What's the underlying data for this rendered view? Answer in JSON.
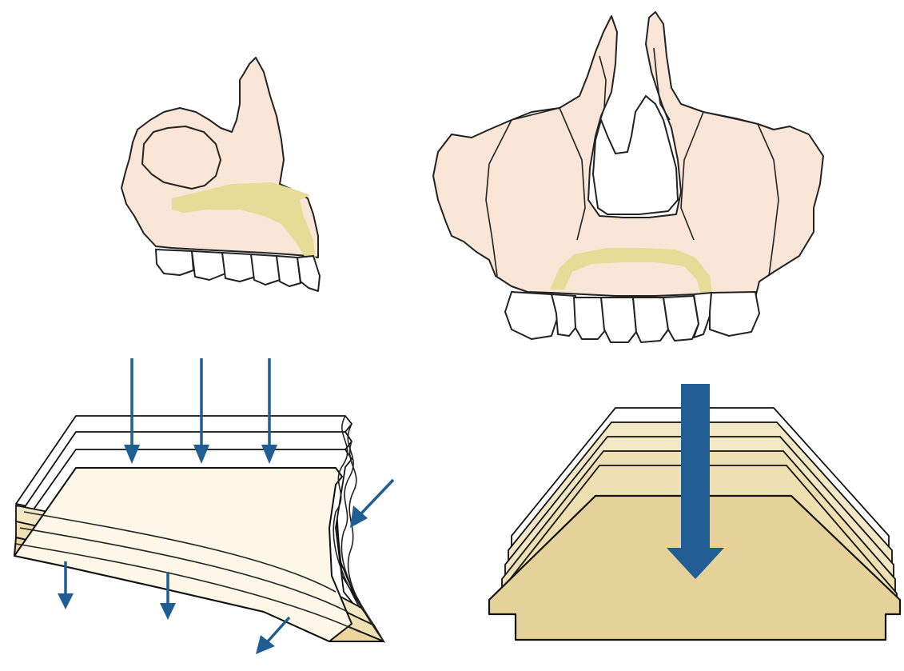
{
  "figure": {
    "panels": [
      {
        "name": "maxilla-lateral-view"
      },
      {
        "name": "maxilla-frontal-view"
      },
      {
        "name": "curved-layered-plate-under-load"
      },
      {
        "name": "stacked-flat-plates-under-axial-load"
      }
    ],
    "colors": {
      "bone": "#f9e6d6",
      "buttress": "#e6dc97",
      "arrow": "#1f5d92",
      "plate_light": "#fcf7e6",
      "plate_dark": "#e5d29b"
    }
  }
}
